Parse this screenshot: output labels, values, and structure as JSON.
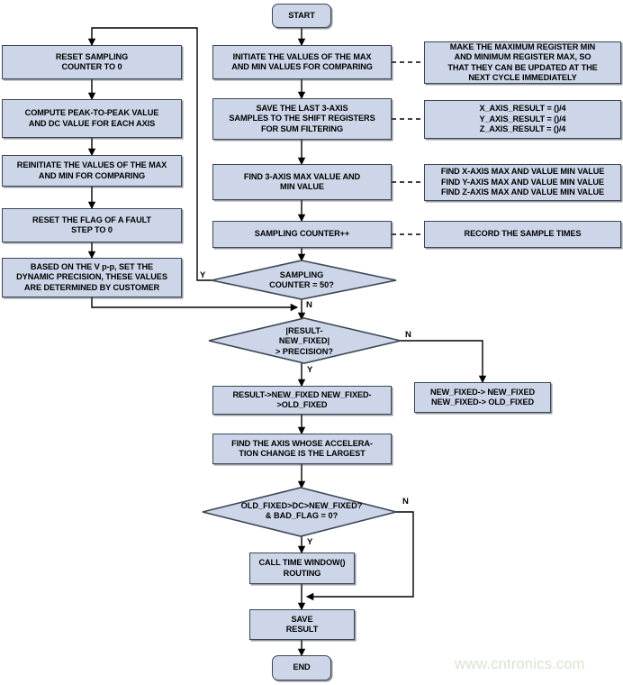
{
  "diagram": {
    "type": "flowchart",
    "title": "Accelerometer sampling and dynamic precision flowchart",
    "colors": {
      "node_fill": "#ccd6e8",
      "node_border": "#3c4654",
      "line": "#000000",
      "watermark": "#d7e5cf"
    },
    "watermark": "www.cntronics.com"
  },
  "nodes": {
    "start": "START",
    "end": "END",
    "left_col": [
      "RESET SAMPLING\nCOUNTER TO 0",
      "COMPUTE PEAK-TO-PEAK VALUE\nAND DC VALUE FOR EACH AXIS",
      "REINITIATE THE VALUES OF THE MAX\nAND MIN FOR COMPARING",
      "RESET THE FLAG OF A FAULT\nSTEP TO 0",
      "BASED ON THE V p-p, SET THE\nDYNAMIC PRECISION, THESE VALUES\nARE DETERMINED BY CUSTOMER"
    ],
    "mid_col": [
      "INITIATE THE VALUES OF THE MAX\nAND MIN VALUES FOR COMPARING",
      "SAVE THE LAST 3-AXIS\nSAMPLES TO THE SHIFT REGISTERS\nFOR SUM FILTERING",
      "FIND 3-AXIS MAX VALUE AND\nMIN VALUE",
      "SAMPLING COUNTER++"
    ],
    "notes": [
      "MAKE THE MAXIMUM REGISTER MIN\nAND MINIMUM REGISTER MAX, SO\nTHAT THEY CAN BE UPDATED AT THE\nNEXT CYCLE IMMEDIATELY",
      "X_AXIS_RESULT = ()/4\nY_AXIS_RESULT = ()/4\nZ_AXIS_RESULT = ()/4",
      "FIND X-AXIS MAX AND VALUE MIN VALUE\nFIND Y-AXIS MAX AND VALUE MIN VALUE\nFIND Z-AXIS MAX AND VALUE MIN VALUE",
      "RECORD THE SAMPLE TIMES"
    ],
    "decisions": [
      "SAMPLING\nCOUNTER = 50?",
      "|RESULT-\nNEW_FIXED|\n> PRECISION?",
      "OLD_FIXED>DC>NEW_FIXED?\n& BAD_FLAG = 0?"
    ],
    "result_assign": "RESULT->NEW_FIXED NEW_FIXED-\n>OLD_FIXED",
    "newfixed_assign": "NEW_FIXED-> NEW_FIXED\nNEW_FIXED-> OLD_FIXED",
    "find_axis": "FIND THE AXIS WHOSE ACCELERA-\nTION CHANGE IS THE LARGEST",
    "call_time_window": "CALL TIME WINDOW()\nROUTING",
    "save_result": "SAVE\nRESULT"
  },
  "branch_labels": {
    "yes_1": "Y",
    "no_1": "N",
    "no_2": "N",
    "yes_2": "Y",
    "no_3": "N",
    "yes_3": "Y"
  }
}
